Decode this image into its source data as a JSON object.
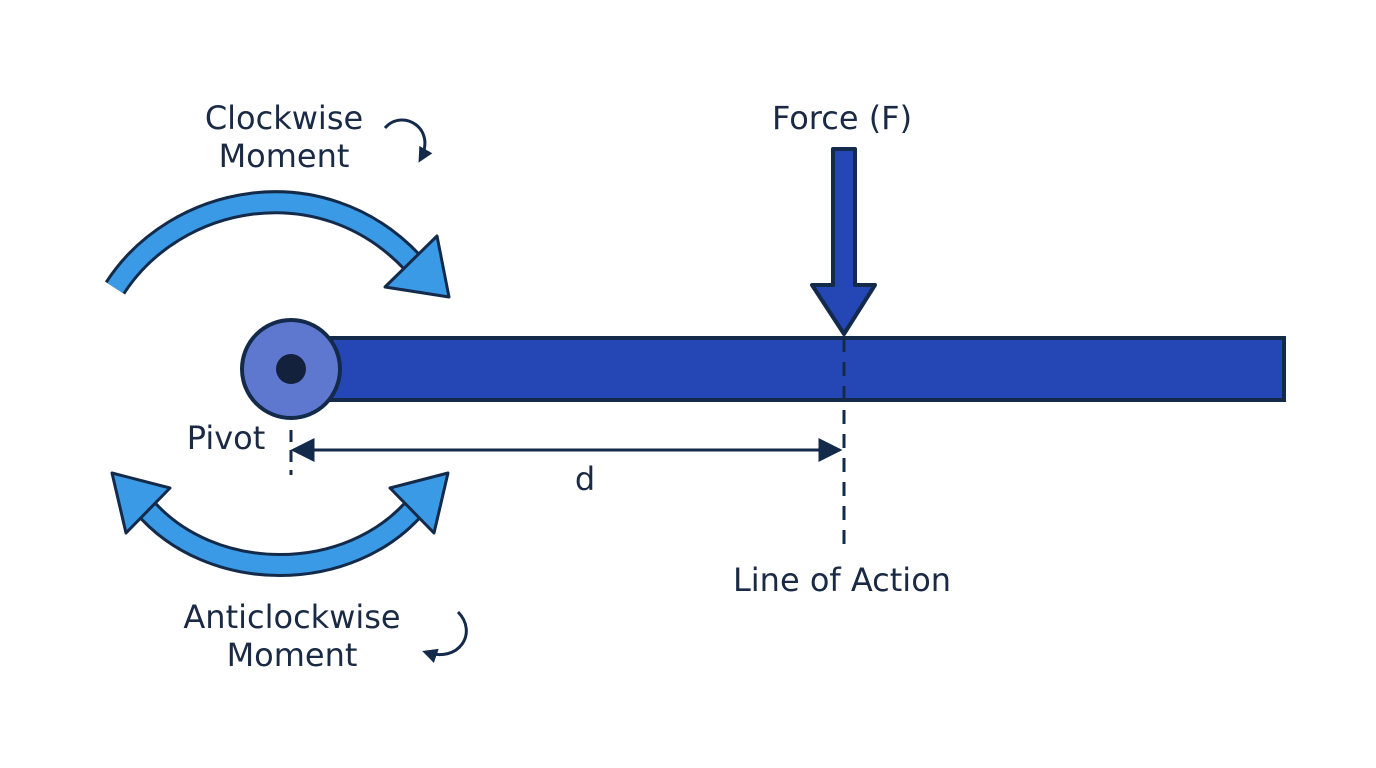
{
  "labels": {
    "clockwise_line1": "Clockwise",
    "clockwise_line2": "Moment",
    "force": "Force (F)",
    "pivot": "Pivot",
    "distance": "d",
    "line_of_action": "Line of Action",
    "anticlockwise_line1": "Anticlockwise",
    "anticlockwise_line2": "Moment"
  },
  "colors": {
    "beam": "#2447b5",
    "outline": "#142a4a",
    "moment_arrow": "#3a9ae6",
    "pivot_fill": "#5f78cf",
    "pivot_center": "#14213d",
    "text": "#1a2a44"
  },
  "icons": {
    "clockwise_small": "clockwise-arrow-icon",
    "anticlockwise_small": "anticlockwise-arrow-icon"
  }
}
